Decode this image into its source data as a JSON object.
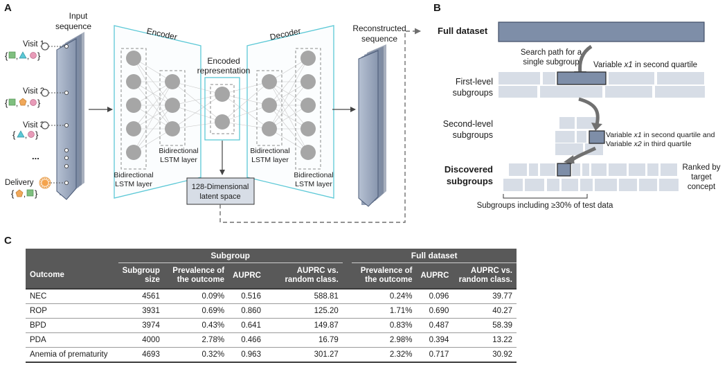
{
  "panel_a": {
    "letter": "A",
    "input_title_1": "Input",
    "input_title_2": "sequence",
    "visits": [
      {
        "label": "Visit 1"
      },
      {
        "label": "Visit 2"
      },
      {
        "label": "Visit 3"
      }
    ],
    "ellipsis": "...",
    "delivery": "Delivery",
    "encoder": "Encoder",
    "decoder": "Decoder",
    "encoded_1": "Encoded",
    "encoded_2": "representation",
    "bilstm_1": "Bidirectional",
    "bilstm_2": "LSTM layer",
    "latent_1": "128-Dimensional",
    "latent_2": "latent space",
    "recon_1": "Reconstructed",
    "recon_2": "sequence"
  },
  "panel_b": {
    "letter": "B",
    "full_dataset": "Full dataset",
    "search_1": "Search path for a",
    "search_2": "single subgroup",
    "var1_text": "Variable ",
    "var1_italic": "x1",
    "var1_rest": " in second quartile",
    "first_1": "First-level",
    "first_2": "subgroups",
    "second_1": "Second-level",
    "second_2": "subgroups",
    "var12_a": "Variable ",
    "var12_b": "x1",
    "var12_c": " in second quartile and",
    "var12_d": "Variable ",
    "var12_e": "x2",
    "var12_f": " in third quartile",
    "disc_1": "Discovered",
    "disc_2": "subgroups",
    "ranked_1": "Ranked by",
    "ranked_2": "target",
    "ranked_3": "concept",
    "includes": "Subgroups including ≥30% of test data"
  },
  "panel_c": {
    "letter": "C",
    "group_subgroup": "Subgroup",
    "group_full": "Full dataset",
    "col_outcome": "Outcome",
    "col_size_1": "Subgroup",
    "col_size_2": "size",
    "col_prev_1": "Prevalence of",
    "col_prev_2": "the outcome",
    "col_auprc": "AUPRC",
    "col_vs_1": "AUPRC vs.",
    "col_vs_2": "random class.",
    "rows": [
      {
        "outcome": "NEC",
        "size": "4561",
        "prev": "0.09%",
        "auprc": "0.516",
        "vs": "588.81",
        "f_prev": "0.24%",
        "f_auprc": "0.096",
        "f_vs": "39.77"
      },
      {
        "outcome": "ROP",
        "size": "3931",
        "prev": "0.69%",
        "auprc": "0.860",
        "vs": "125.20",
        "f_prev": "1.71%",
        "f_auprc": "0.690",
        "f_vs": "40.27"
      },
      {
        "outcome": "BPD",
        "size": "3974",
        "prev": "0.43%",
        "auprc": "0.641",
        "vs": "149.87",
        "f_prev": "0.83%",
        "f_auprc": "0.487",
        "f_vs": "58.39"
      },
      {
        "outcome": "PDA",
        "size": "4000",
        "prev": "2.78%",
        "auprc": "0.466",
        "vs": "16.79",
        "f_prev": "2.98%",
        "f_auprc": "0.394",
        "f_vs": "13.22"
      },
      {
        "outcome": "Anemia of prematurity",
        "size": "4693",
        "prev": "0.32%",
        "auprc": "0.963",
        "vs": "301.27",
        "f_prev": "2.32%",
        "f_auprc": "0.717",
        "f_vs": "30.92"
      }
    ]
  },
  "colors": {
    "slate": "#7e8ea8",
    "slate_dark": "#4a5a76",
    "light_block": "#d7dde6",
    "cyan": "#5bc8d6",
    "node_gray": "#a6a6a6",
    "dash_gray": "#8a8a8a",
    "header_gray": "#595959"
  }
}
